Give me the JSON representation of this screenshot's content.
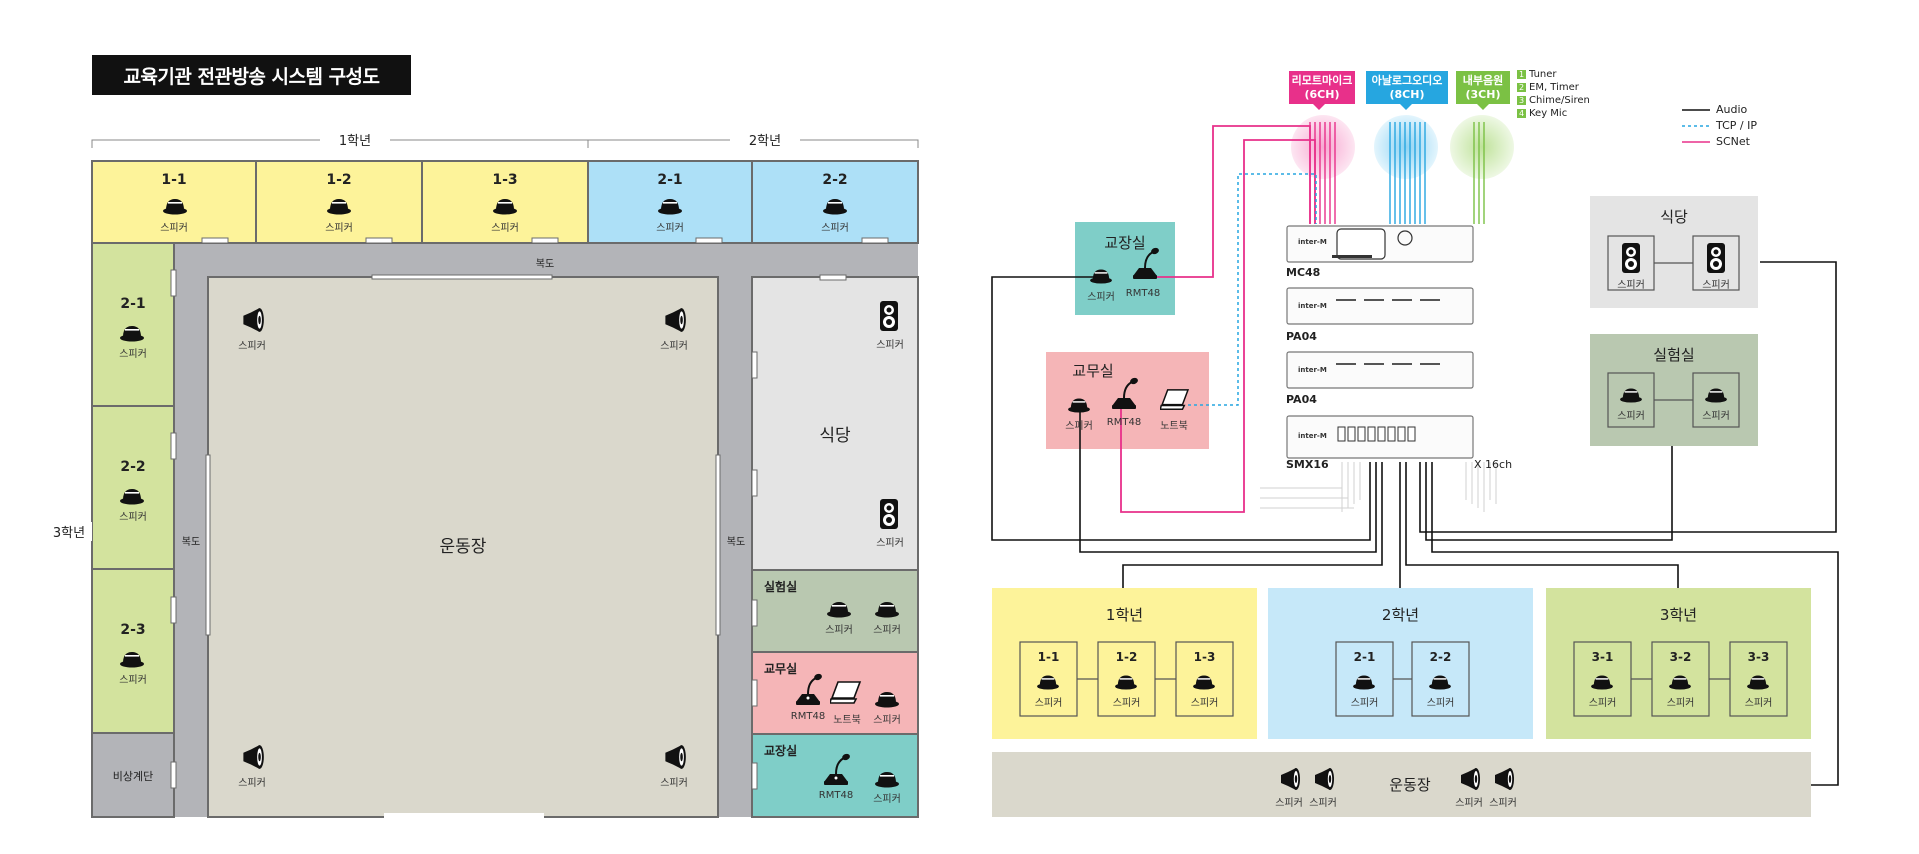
{
  "title": "교육기관 전관방송 시스템 구성도",
  "floor": {
    "grade1_bracket": "1학년",
    "grade2_bracket": "2학년",
    "grade3_bracket": "3학년",
    "rooms_top": [
      {
        "label": "1-1",
        "speaker": "스피커"
      },
      {
        "label": "1-2",
        "speaker": "스피커"
      },
      {
        "label": "1-3",
        "speaker": "스피커"
      },
      {
        "label": "2-1",
        "speaker": "스피커"
      },
      {
        "label": "2-2",
        "speaker": "스피커"
      }
    ],
    "rooms_left": [
      {
        "label": "2-1",
        "speaker": "스피커"
      },
      {
        "label": "2-2",
        "speaker": "스피커"
      },
      {
        "label": "2-3",
        "speaker": "스피커"
      }
    ],
    "emergency_stairs": "비상계단",
    "corridor": "복도",
    "gym": "운동장",
    "gym_speaker": "스피커",
    "cafeteria": "식당",
    "cafeteria_speaker": "스피커",
    "lab": {
      "label": "실험실",
      "speaker": "스피커"
    },
    "staff": {
      "label": "교무실",
      "rmt": "RMT48",
      "laptop": "노트북",
      "speaker": "스피커"
    },
    "principal": {
      "label": "교장실",
      "rmt": "RMT48",
      "speaker": "스피커"
    }
  },
  "diagram": {
    "sources": [
      {
        "line1": "리모트마이크",
        "line2": "(6CH)",
        "color": "#e8308a"
      },
      {
        "line1": "아날로그오디오",
        "line2": "(8CH)",
        "color": "#26a6e0"
      },
      {
        "line1": "내부음원",
        "line2": "(3CH)",
        "color": "#7bc144"
      }
    ],
    "internal_sources": [
      {
        "num": "1",
        "label": "Tuner"
      },
      {
        "num": "2",
        "label": "EM, Timer"
      },
      {
        "num": "3",
        "label": "Chime/Siren"
      },
      {
        "num": "4",
        "label": "Key Mic"
      }
    ],
    "legend": [
      {
        "label": "Audio",
        "color": "#111111"
      },
      {
        "label": "TCP / IP",
        "color": "#26a6e0"
      },
      {
        "label": "SCNet",
        "color": "#e8308a"
      }
    ],
    "devices": [
      "MC48",
      "PA04",
      "PA04",
      "SMX16"
    ],
    "x16": "X 16ch",
    "principal": {
      "label": "교장실",
      "speaker": "스피커",
      "rmt": "RMT48"
    },
    "staff": {
      "label": "교무실",
      "speaker": "스피커",
      "rmt": "RMT48",
      "laptop": "노트북"
    },
    "cafeteria": {
      "label": "식당",
      "speaker": "스피커"
    },
    "lab": {
      "label": "실험실",
      "speaker": "스피커"
    },
    "grades": [
      {
        "label": "1학년",
        "rooms": [
          "1-1",
          "1-2",
          "1-3"
        ],
        "speaker": "스피커"
      },
      {
        "label": "2학년",
        "rooms": [
          "2-1",
          "2-2"
        ],
        "speaker": "스피커"
      },
      {
        "label": "3학년",
        "rooms": [
          "3-1",
          "3-2",
          "3-3"
        ],
        "speaker": "스피커"
      }
    ],
    "gym": {
      "label": "운동장",
      "speaker": "스피커"
    }
  }
}
